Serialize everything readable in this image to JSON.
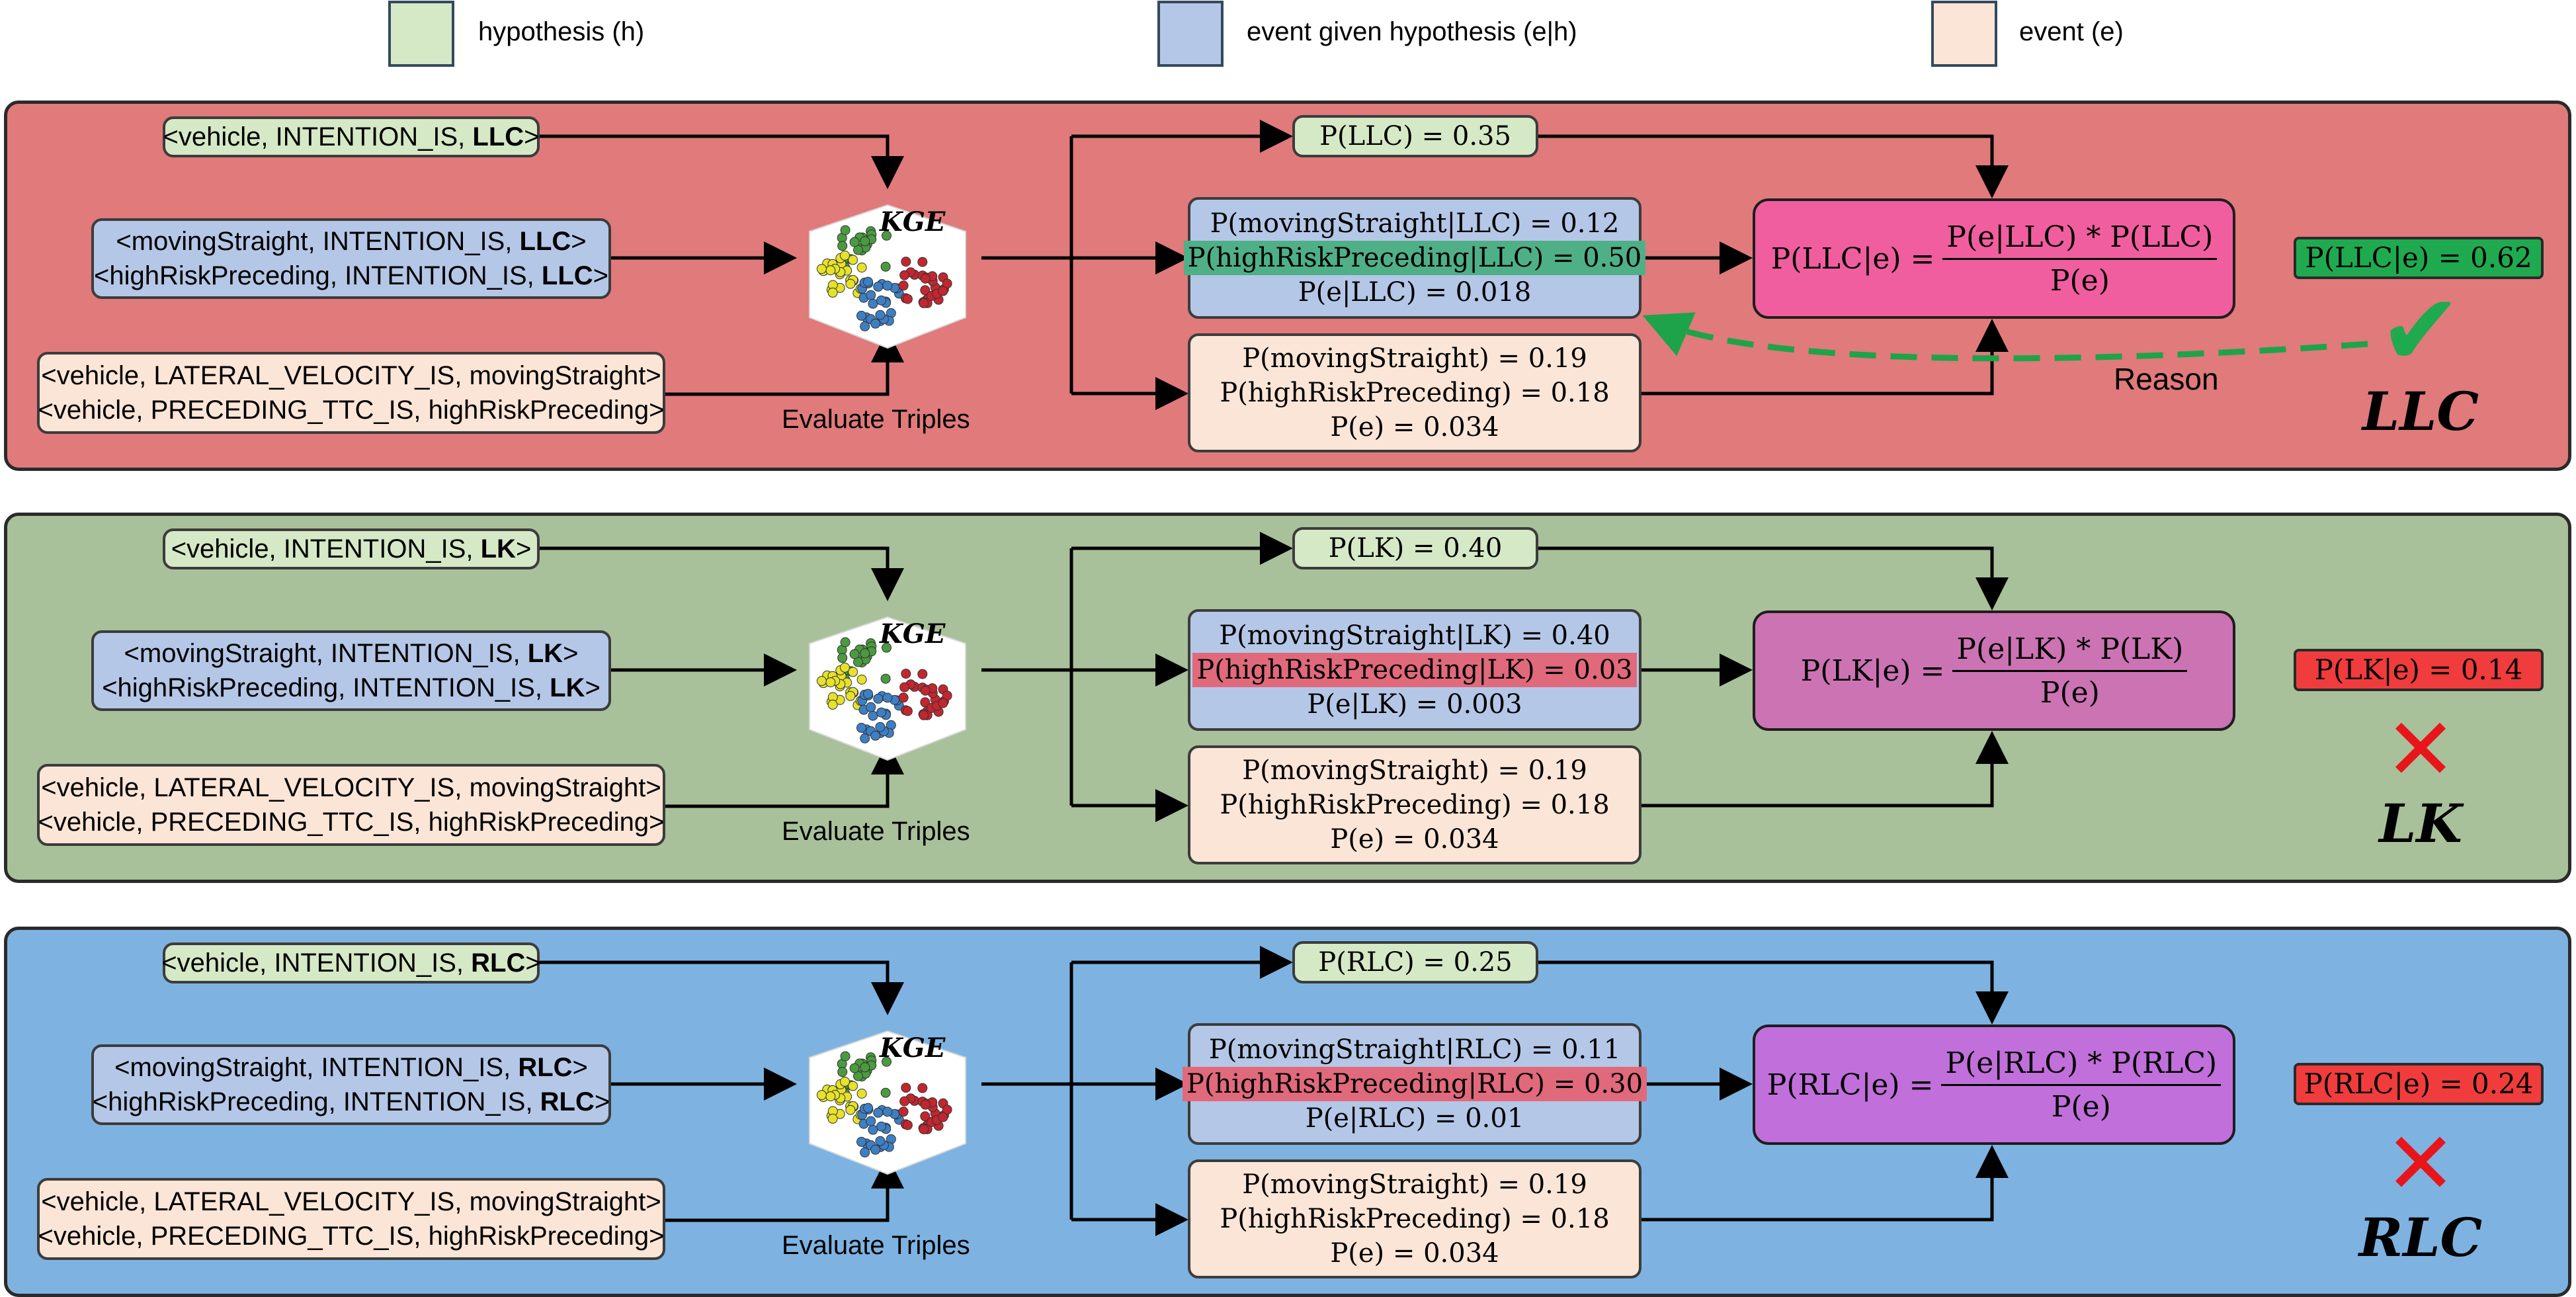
{
  "legend": {
    "items": [
      {
        "label": "hypothesis (h)",
        "color": "#d6e9c6"
      },
      {
        "label": "event given hypothesis (e|h)",
        "color": "#b4c7e7"
      },
      {
        "label": "event (e)",
        "color": "#fbe5d6"
      }
    ]
  },
  "common": {
    "triple_vel": "<vehicle, LATERAL_VELOCITY_IS, movingStraight>",
    "triple_ttc": "<vehicle, PRECEDING_TTC_IS, highRiskPreceding>",
    "ms_intention_prefix": "<movingStraight, INTENTION_IS, ",
    "hr_intention_prefix": "<highRiskPreceding, INTENTION_IS, ",
    "vehicle_intention_prefix": "<vehicle, INTENTION_IS, ",
    "close": ">",
    "kge_label": "KGE",
    "evaluate_label": "Evaluate Triples",
    "reason_label": "Reason",
    "p_ms_event": "P(movingStraight) = 0.19",
    "p_hr_event": "P(highRiskPreceding) = 0.18",
    "p_e": "P(e) = 0.034"
  },
  "panels": [
    {
      "id": "llc",
      "bg": "#e07a7b",
      "intention": "LLC",
      "prior": "P(LLC) = 0.35",
      "likelihood_ms": "P(movingStraight|LLC) = 0.12",
      "likelihood_hr": "P(highRiskPreceding|LLC) = 0.50",
      "likelihood_e": "P(e|LLC) = 0.018",
      "posterior_lhs": "P(LLC|e) =",
      "posterior_num": "P(e|LLC) * P(LLC)",
      "posterior_den": "P(e)",
      "posterior_bg": "#f05ea0",
      "score": "P(LLC|e) = 0.62",
      "score_bg": "#1faa4f",
      "verdict_mark": "✔",
      "verdict_label": "LLC"
    },
    {
      "id": "lk",
      "bg": "#a9c19a",
      "intention": "LK",
      "prior": "P(LK) = 0.40",
      "likelihood_ms": "P(movingStraight|LK) = 0.40",
      "likelihood_hr": "P(highRiskPreceding|LK) = 0.03",
      "likelihood_e": "P(e|LK) = 0.003",
      "posterior_lhs": "P(LK|e) =",
      "posterior_num": "P(e|LK) * P(LK)",
      "posterior_den": "P(e)",
      "posterior_bg": "#cc73b4",
      "score": "P(LK|e) = 0.14",
      "score_bg": "#f03c3c",
      "verdict_mark": "✕",
      "verdict_label": "LK"
    },
    {
      "id": "rlc",
      "bg": "#7eb3e1",
      "intention": "RLC",
      "prior": "P(RLC) = 0.25",
      "likelihood_ms": "P(movingStraight|RLC) = 0.11",
      "likelihood_hr": "P(highRiskPreceding|RLC) = 0.30",
      "likelihood_e": "P(e|RLC) = 0.01",
      "posterior_lhs": "P(RLC|e) =",
      "posterior_num": "P(e|RLC) * P(RLC)",
      "posterior_den": "P(e)",
      "posterior_bg": "#c16fdb",
      "score": "P(RLC|e) = 0.24",
      "score_bg": "#f03c3c",
      "verdict_mark": "✕",
      "verdict_label": "RLC"
    }
  ]
}
